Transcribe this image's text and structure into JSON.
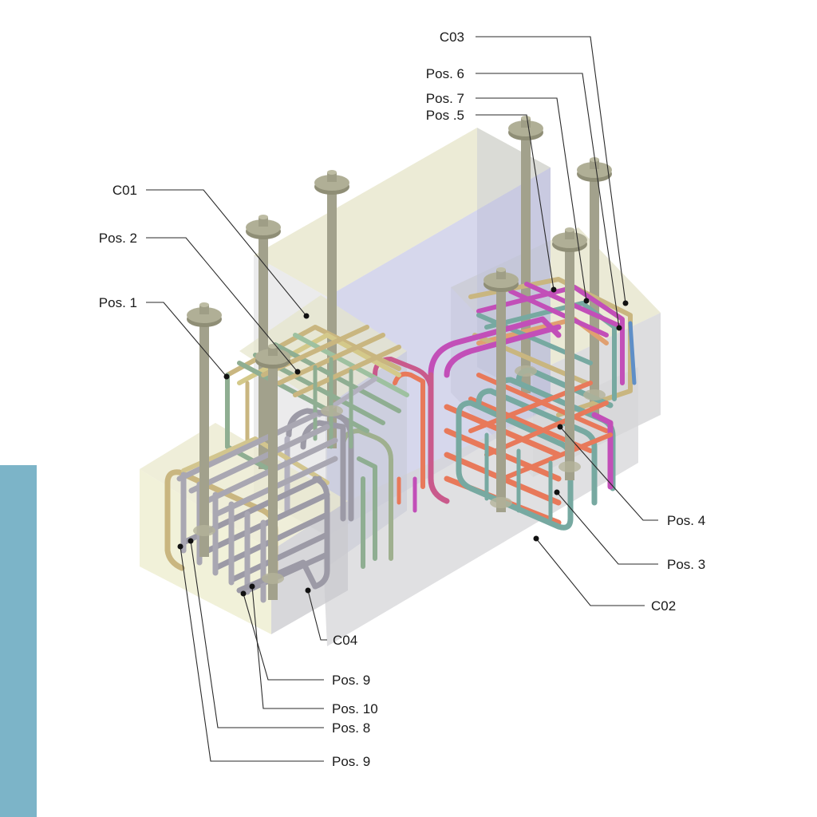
{
  "colors": {
    "side_bar": "#7cb4c8",
    "concrete_light": "#e9e8cf",
    "concrete_grey": "#c9c9cc",
    "concrete_blue": "#a9acd6",
    "bolt": "#a9a88e",
    "bolt_dark": "#8f8e76",
    "rebar_grey": "#9c9aa6",
    "rebar_tan": "#c8bb84",
    "rebar_green": "#8fae92",
    "rebar_teal": "#77a9a1",
    "rebar_magenta": "#c24fb8",
    "rebar_orange": "#e8795a",
    "rebar_pink": "#c95a8c",
    "rebar_blue": "#5f8fc7"
  },
  "callouts": {
    "c03": "C03",
    "pos6": "Pos. 6",
    "pos7": "Pos. 7",
    "pos5": "Pos .5",
    "c01": "C01",
    "pos2": "Pos. 2",
    "pos1": "Pos. 1",
    "pos4": "Pos. 4",
    "pos3": "Pos. 3",
    "c02": "C02",
    "c04": "C04",
    "pos9a": "Pos. 9",
    "pos10": "Pos. 10",
    "pos8": "Pos. 8",
    "pos9b": "Pos. 9"
  }
}
